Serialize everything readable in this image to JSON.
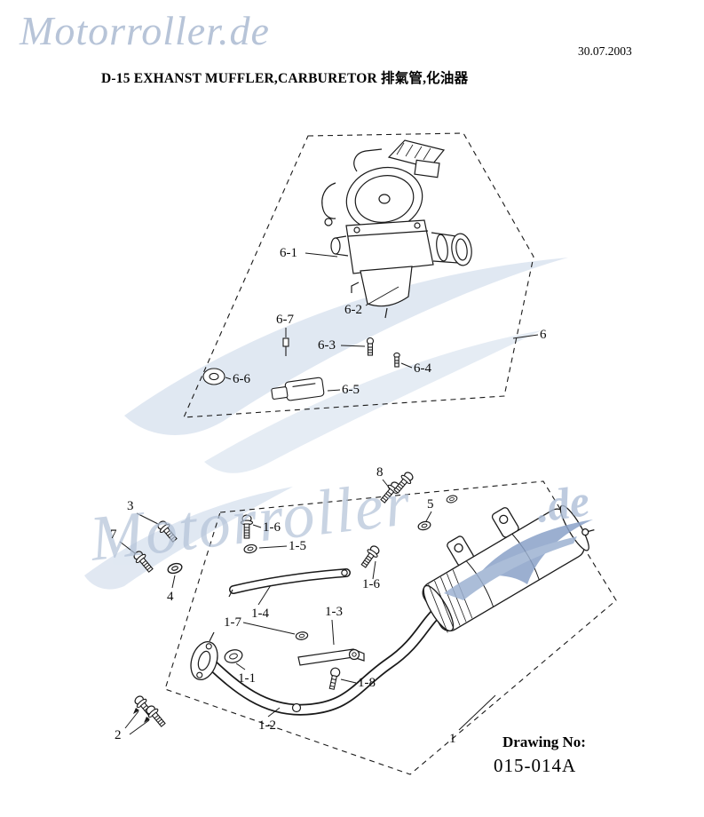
{
  "watermark": {
    "top_left": "Motorroller.de",
    "main": "Motorroller",
    "suffix": ".de",
    "color": "#b5c3d8"
  },
  "header": {
    "date": "30.07.2003",
    "title": "D-15 EXHANST MUFFLER,CARBURETOR 排氣管,化油器"
  },
  "footer": {
    "drawing_no_label": "Drawing No:",
    "drawing_no_value": "015-014A"
  },
  "callouts": {
    "c6": "6",
    "c6_1": "6-1",
    "c6_2": "6-2",
    "c6_3": "6-3",
    "c6_4": "6-4",
    "c6_5": "6-5",
    "c6_6": "6-6",
    "c6_7": "6-7",
    "c1": "1",
    "c1_1": "1-1",
    "c1_2": "1-2",
    "c1_3": "1-3",
    "c1_4": "1-4",
    "c1_5": "1-5",
    "c1_6a": "1-6",
    "c1_6b": "1-6",
    "c1_7": "1-7",
    "c1_8": "1-8",
    "c2": "2",
    "c3": "3",
    "c4": "4",
    "c5": "5",
    "c7": "7",
    "c8": "8"
  }
}
